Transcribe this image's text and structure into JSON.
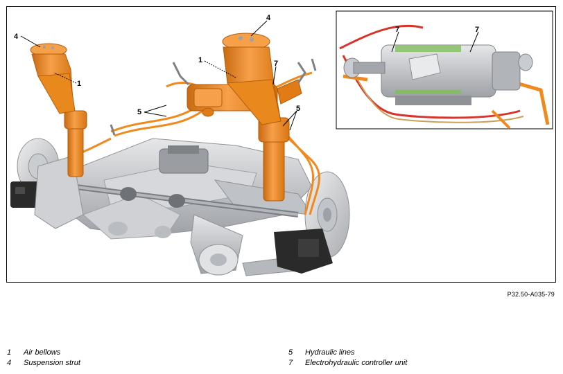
{
  "callouts": {
    "c1a": "1",
    "c1b": "1",
    "c4a": "4",
    "c4b": "4",
    "c5a": "5",
    "c5b": "5",
    "c7a": "7",
    "c7b": "7",
    "c7c": "7"
  },
  "figure_code": "P32.50-A035-79",
  "legend": {
    "left": [
      {
        "num": "1",
        "label": "Air bellows"
      },
      {
        "num": "4",
        "label": "Suspension strut"
      }
    ],
    "right": [
      {
        "num": "5",
        "label": "Hydraulic lines"
      },
      {
        "num": "7",
        "label": "Electrohydraulic controller unit"
      }
    ]
  },
  "colors": {
    "orange": "#f0891e",
    "orange_dark": "#c96a10",
    "silver": "#c7c9cc",
    "silver_dark": "#8e9196",
    "black_part": "#2a2a2a",
    "red_line": "#d8332a"
  }
}
